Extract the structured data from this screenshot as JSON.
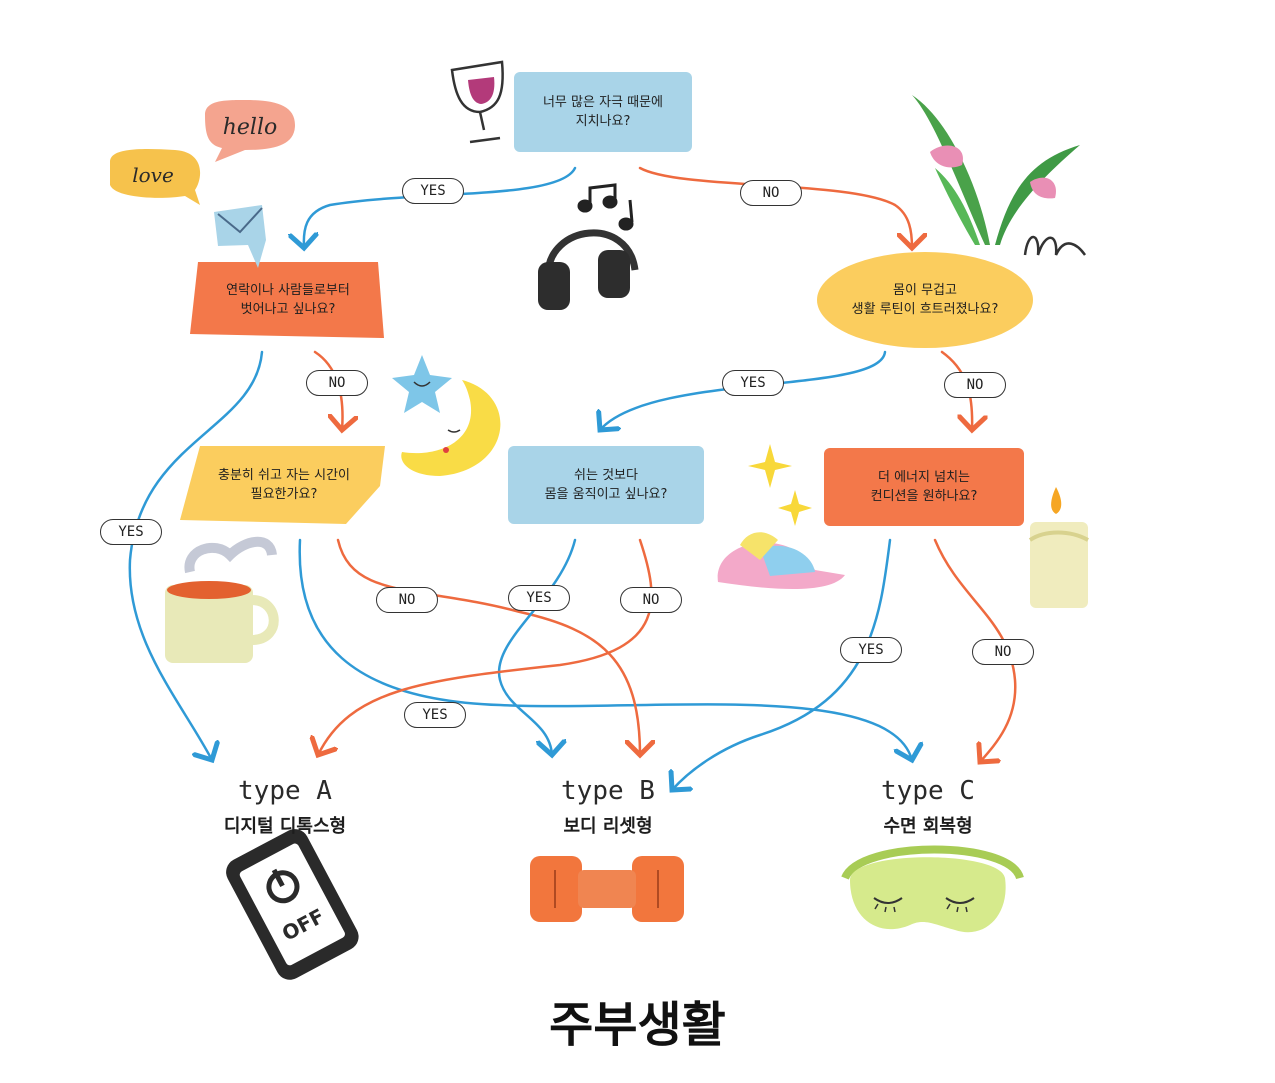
{
  "questions": {
    "q1": [
      "너무 많은 자극 때문에",
      "지치나요?"
    ],
    "q2": [
      "연락이나 사람들로부터",
      "벗어나고 싶나요?"
    ],
    "q3": [
      "몸이 무겁고",
      "생활 루틴이 흐트러졌나요?"
    ],
    "q4": [
      "충분히 쉬고 자는 시간이",
      "필요한가요?"
    ],
    "q5": [
      "쉬는 것보다",
      "몸을 움직이고 싶나요?"
    ],
    "q6": [
      "더 에너지 넘치는",
      "컨디션을 원하나요?"
    ]
  },
  "labels": {
    "yes": "YES",
    "no": "NO"
  },
  "results": [
    {
      "type": "type A",
      "name": "디지털 디톡스형"
    },
    {
      "type": "type B",
      "name": "보디 리셋형"
    },
    {
      "type": "type C",
      "name": "수면 회복형"
    }
  ],
  "decor_text": {
    "hello": "hello",
    "love": "love",
    "off": "OFF"
  },
  "footer": "주부생활",
  "colors": {
    "blue_box": "#a9d4e8",
    "orange_box": "#f3784a",
    "yellow_box": "#fbcd5e",
    "blue_arrow": "#2f9ad6",
    "orange_arrow": "#ee6a3f"
  },
  "icons": [
    "wine-glass-icon",
    "headphones-icon",
    "music-note-icon",
    "plant-icon",
    "speech-bubble-icon",
    "envelope-icon",
    "star-icon",
    "moon-icon",
    "mug-icon",
    "sparkle-icon",
    "cap-icon",
    "candle-icon",
    "phone-off-icon",
    "dumbbell-icon",
    "sleep-mask-icon"
  ]
}
